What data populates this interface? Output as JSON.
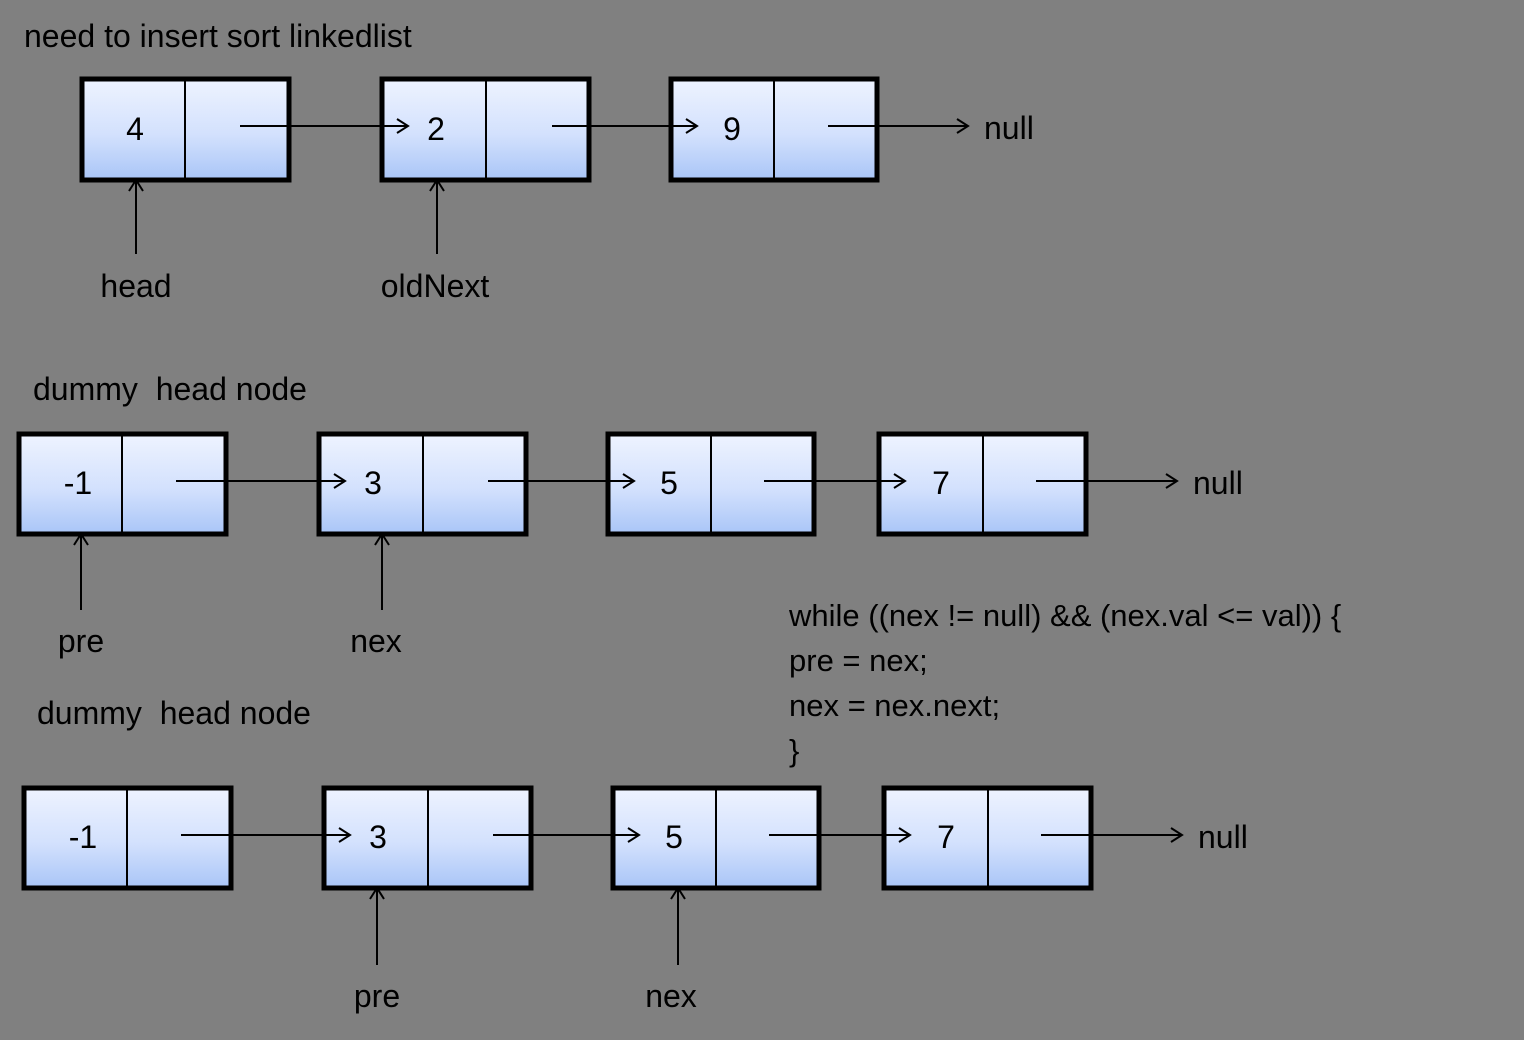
{
  "rows": [
    {
      "title": "need to insert sort linkedlist",
      "nodes": [
        "4",
        "2",
        "9"
      ],
      "terminal": "null",
      "pointers": [
        {
          "label": "head",
          "node": 0
        },
        {
          "label": "oldNext",
          "node": 1
        }
      ]
    },
    {
      "title": "dummy  head node",
      "nodes": [
        "-1",
        "3",
        "5",
        "7"
      ],
      "terminal": "null",
      "pointers": [
        {
          "label": "pre",
          "node": 0
        },
        {
          "label": "nex",
          "node": 1
        }
      ]
    },
    {
      "title": "dummy  head node",
      "nodes": [
        "-1",
        "3",
        "5",
        "7"
      ],
      "terminal": "null",
      "pointers": [
        {
          "label": "pre",
          "node": 1
        },
        {
          "label": "nex",
          "node": 2
        }
      ]
    }
  ],
  "code": [
    "while ((nex != null) && (nex.val <= val)) {",
    "pre = nex;",
    "nex = nex.next;",
    "}"
  ],
  "colors": {
    "background": "#808080",
    "node_top": "#eef3ff",
    "node_bottom": "#a9c5f7",
    "border": "#000000"
  }
}
